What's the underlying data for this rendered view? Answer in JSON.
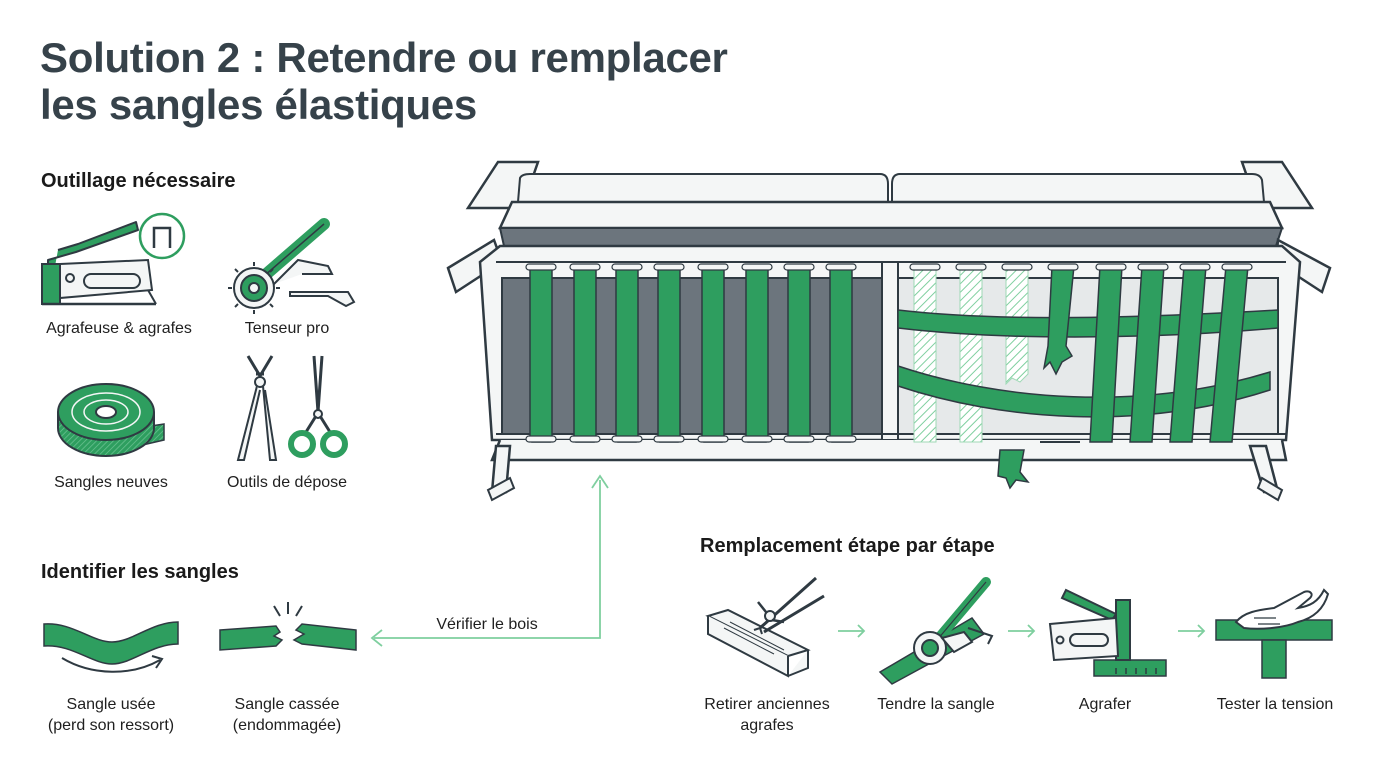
{
  "title": {
    "line1": "Solution 2 : Retendre ou remplacer",
    "line2": "les sangles élastiques"
  },
  "colors": {
    "green": "#2e9e5f",
    "dark": "#2f3a42",
    "frame_fill": "#f4f6f6",
    "panel_dark": "#6c757d",
    "panel_light": "#e6e9ea",
    "arrow": "#7fcf9f"
  },
  "tools": {
    "heading": "Outillage nécessaire",
    "items": [
      {
        "label": "Agrafeuse & agrafes",
        "icon": "stapler-icon"
      },
      {
        "label": "Tenseur pro",
        "icon": "webbing-stretcher-icon"
      },
      {
        "label": "Sangles neuves",
        "icon": "webbing-roll-icon"
      },
      {
        "label": "Outils de dépose",
        "icon": "pliers-scissors-icon"
      }
    ]
  },
  "identify": {
    "heading": "Identifier les sangles",
    "items": [
      {
        "label_line1": "Sangle usée",
        "label_line2": "(perd son ressort)",
        "icon": "worn-strap-icon"
      },
      {
        "label_line1": "Sangle cassée",
        "label_line2": "(endommagée)",
        "icon": "broken-strap-icon"
      }
    ],
    "callout": "Vérifier le bois"
  },
  "steps": {
    "heading": "Remplacement étape par étape",
    "items": [
      {
        "label_line1": "Retirer anciennes",
        "label_line2": "agrafes",
        "icon": "staple-remover-icon"
      },
      {
        "label_line1": "Tendre la sangle",
        "label_line2": "",
        "icon": "tensioner-icon"
      },
      {
        "label_line1": "Agrafer",
        "label_line2": "",
        "icon": "stapler-icon"
      },
      {
        "label_line1": "Tester la tension",
        "label_line2": "",
        "icon": "hand-test-icon"
      }
    ]
  }
}
